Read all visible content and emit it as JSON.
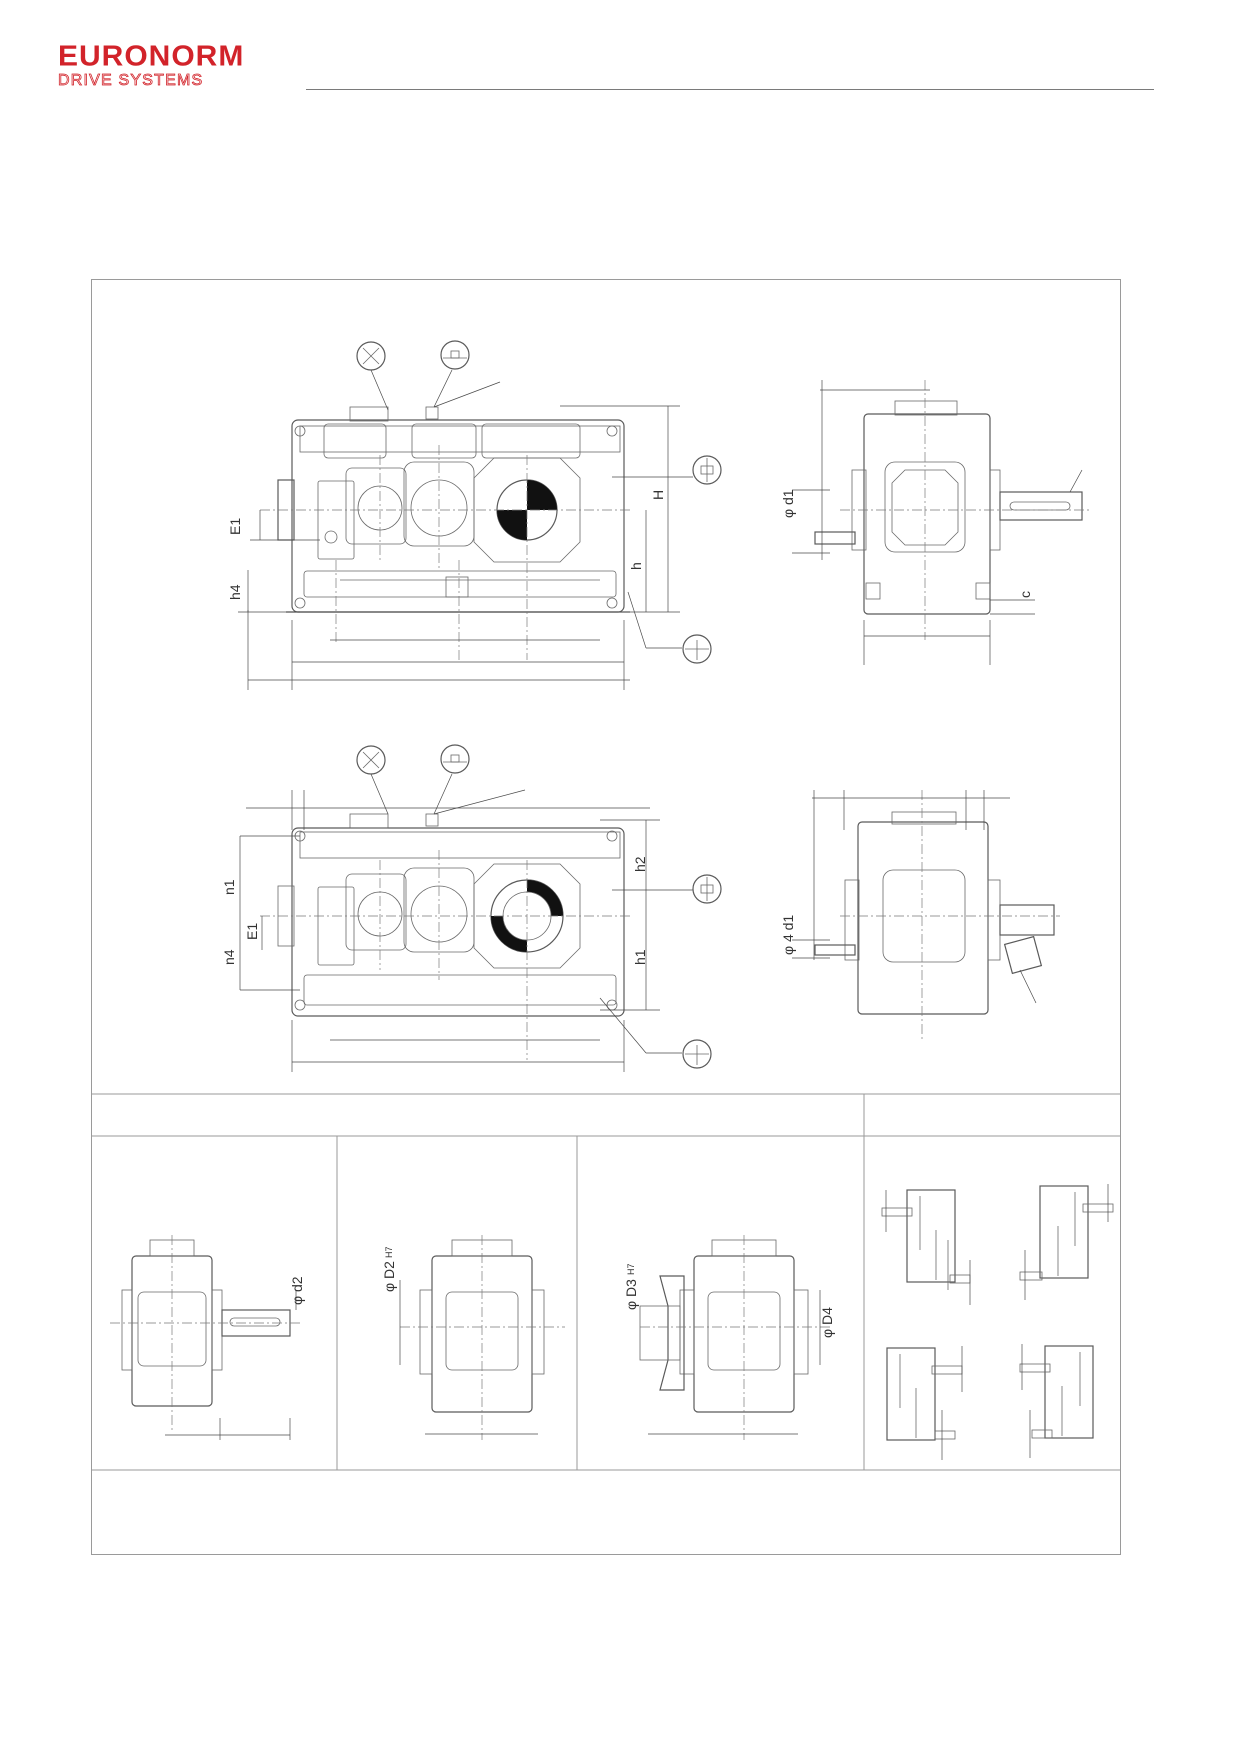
{
  "brand": {
    "name": "EURONORM",
    "subtitle": "DRIVE SYSTEMS",
    "color": "#d2232a"
  },
  "labels": {
    "E1": "E1",
    "h4": "h4",
    "H": "H",
    "h": "h",
    "d1": "φ d1",
    "c": "c",
    "n1": "n1",
    "n4": "n4",
    "E1b": "E1",
    "h2": "h2",
    "h1": "h1",
    "d1b": "φ 4 d1",
    "d2": "φ d2",
    "D2": "φ D2",
    "H7a": "H7",
    "D3": "φ D3",
    "H7b": "H7",
    "D4": "φ D4"
  },
  "icons": [
    "circle-x-symbol",
    "mounting-symbol",
    "oil-drain-symbol",
    "oil-level-symbol",
    "rotation-direction-arrows"
  ]
}
